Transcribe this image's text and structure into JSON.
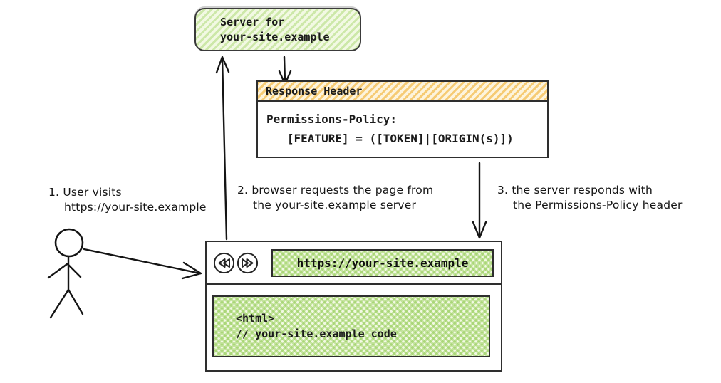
{
  "server_box": {
    "line1": "Server for",
    "line2": "your-site.example"
  },
  "response_header_box": {
    "title": "Response Header",
    "code_line1": "Permissions-Policy:",
    "code_line2": "   [FEATURE] = ([TOKEN]|[ORIGIN(s)])"
  },
  "steps": [
    {
      "line1": "1. User visits",
      "line2": "https://your-site.example"
    },
    {
      "line1": "2. browser requests the page from",
      "line2": "the your-site.example server"
    },
    {
      "line1": "3. the server responds with",
      "line2": "the Permissions-Policy header"
    }
  ],
  "browser_window": {
    "url": "https://your-site.example",
    "code_line1": "<html>",
    "code_line2": "// your-site.example code"
  },
  "icons": {
    "back": "rewind-double-triangle-in-circle",
    "forward": "fast-forward-double-triangle-in-circle"
  },
  "colors": {
    "green_hatch": "#cde8a9",
    "green_cross_hatch": "#8bc849",
    "orange_hatch": "#f6cb74",
    "ink": "#1b1b1b",
    "border": "#2e2e2e",
    "background": "#ffffff"
  }
}
